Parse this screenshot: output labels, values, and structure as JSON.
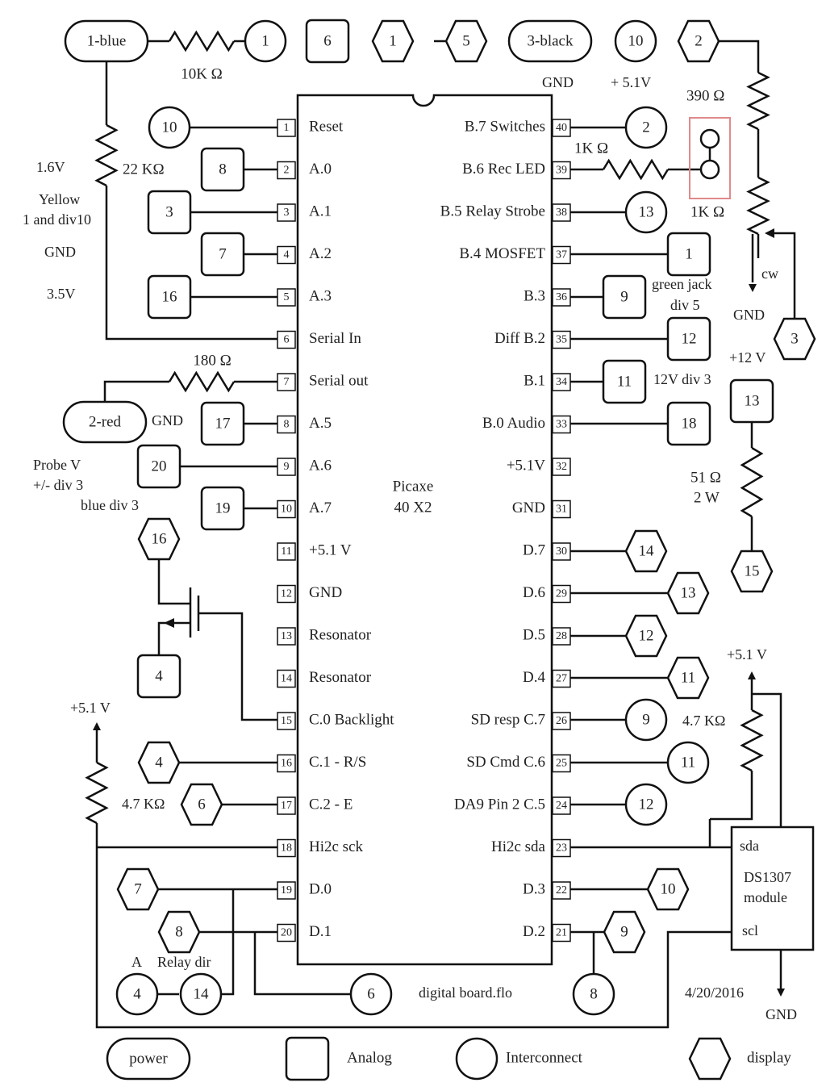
{
  "chip": {
    "name": "Picaxe",
    "model": "40 X2",
    "left_pins": [
      {
        "num": "1",
        "label": "Reset"
      },
      {
        "num": "2",
        "label": "A.0"
      },
      {
        "num": "3",
        "label": "A.1"
      },
      {
        "num": "4",
        "label": "A.2"
      },
      {
        "num": "5",
        "label": "A.3"
      },
      {
        "num": "6",
        "label": "Serial In"
      },
      {
        "num": "7",
        "label": "Serial out"
      },
      {
        "num": "8",
        "label": "A.5"
      },
      {
        "num": "9",
        "label": "A.6"
      },
      {
        "num": "10",
        "label": "A.7"
      },
      {
        "num": "11",
        "label": "+5.1 V"
      },
      {
        "num": "12",
        "label": "GND"
      },
      {
        "num": "13",
        "label": "Resonator"
      },
      {
        "num": "14",
        "label": "Resonator"
      },
      {
        "num": "15",
        "label": "C.0 Backlight"
      },
      {
        "num": "16",
        "label": "C.1 - R/S"
      },
      {
        "num": "17",
        "label": "C.2 - E"
      },
      {
        "num": "18",
        "label": "Hi2c sck"
      },
      {
        "num": "19",
        "label": "D.0"
      },
      {
        "num": "20",
        "label": "D.1"
      }
    ],
    "right_pins": [
      {
        "num": "40",
        "label": "B.7 Switches"
      },
      {
        "num": "39",
        "label": "B.6 Rec LED"
      },
      {
        "num": "38",
        "label": "B.5 Relay Strobe"
      },
      {
        "num": "37",
        "label": "B.4 MOSFET"
      },
      {
        "num": "36",
        "label": "B.3"
      },
      {
        "num": "35",
        "label": "Diff   B.2"
      },
      {
        "num": "34",
        "label": "B.1"
      },
      {
        "num": "33",
        "label": "B.0 Audio"
      },
      {
        "num": "32",
        "label": "+5.1V"
      },
      {
        "num": "31",
        "label": "GND"
      },
      {
        "num": "30",
        "label": "D.7"
      },
      {
        "num": "29",
        "label": "D.6"
      },
      {
        "num": "28",
        "label": "D.5"
      },
      {
        "num": "27",
        "label": "D.4"
      },
      {
        "num": "26",
        "label": "SD resp C.7"
      },
      {
        "num": "25",
        "label": "SD Cmd C.6"
      },
      {
        "num": "24",
        "label": "DA9 Pin 2 C.5"
      },
      {
        "num": "23",
        "label": "Hi2c sda"
      },
      {
        "num": "22",
        "label": "D.3"
      },
      {
        "num": "21",
        "label": "D.2"
      }
    ]
  },
  "top_row": [
    {
      "id": "1-blue",
      "shape": "power"
    },
    {
      "id": "1",
      "shape": "interconnect"
    },
    {
      "id": "6",
      "shape": "analog"
    },
    {
      "id": "1",
      "shape": "display"
    },
    {
      "id": "5",
      "shape": "display"
    },
    {
      "id": "3-black",
      "shape": "power"
    },
    {
      "id": "10",
      "shape": "interconnect"
    },
    {
      "id": "2",
      "shape": "display"
    }
  ],
  "left_nodes": [
    {
      "id": "10",
      "shape": "interconnect"
    },
    {
      "id": "8",
      "shape": "analog"
    },
    {
      "id": "3",
      "shape": "analog"
    },
    {
      "id": "7",
      "shape": "analog"
    },
    {
      "id": "16",
      "shape": "analog"
    },
    {
      "id": "2-red",
      "shape": "power"
    },
    {
      "id": "17",
      "shape": "analog"
    },
    {
      "id": "20",
      "shape": "analog"
    },
    {
      "id": "19",
      "shape": "analog"
    },
    {
      "id": "16",
      "shape": "display"
    },
    {
      "id": "4",
      "shape": "analog"
    },
    {
      "id": "4",
      "shape": "display"
    },
    {
      "id": "6",
      "shape": "display"
    },
    {
      "id": "7",
      "shape": "display"
    },
    {
      "id": "8",
      "shape": "display"
    },
    {
      "id": "4",
      "shape": "interconnect"
    },
    {
      "id": "14",
      "shape": "interconnect"
    },
    {
      "id": "6",
      "shape": "interconnect"
    }
  ],
  "right_nodes": [
    {
      "id": "2",
      "shape": "interconnect"
    },
    {
      "id": "13",
      "shape": "interconnect"
    },
    {
      "id": "1",
      "shape": "analog"
    },
    {
      "id": "9",
      "shape": "analog"
    },
    {
      "id": "12",
      "shape": "analog"
    },
    {
      "id": "11",
      "shape": "analog"
    },
    {
      "id": "18",
      "shape": "analog"
    },
    {
      "id": "14",
      "shape": "display"
    },
    {
      "id": "13",
      "shape": "display"
    },
    {
      "id": "12",
      "shape": "display"
    },
    {
      "id": "11",
      "shape": "display"
    },
    {
      "id": "9",
      "shape": "interconnect"
    },
    {
      "id": "11",
      "shape": "interconnect"
    },
    {
      "id": "12",
      "shape": "interconnect"
    },
    {
      "id": "10",
      "shape": "display"
    },
    {
      "id": "9",
      "shape": "display"
    },
    {
      "id": "8",
      "shape": "interconnect"
    },
    {
      "id": "3",
      "shape": "display"
    },
    {
      "id": "13",
      "shape": "analog"
    },
    {
      "id": "15",
      "shape": "display"
    }
  ],
  "labels": {
    "r_10k": "10K Ω",
    "r_22k": "22 KΩ",
    "r_180": "180 Ω",
    "r_390": "390 Ω",
    "r_1k_led": "1K Ω",
    "r_1k_pot": "1K Ω",
    "r_51": "51 Ω",
    "r_51_watt": "2 W",
    "r_47k_left": "4.7 KΩ",
    "r_47k_right": "4.7 KΩ",
    "gnd_top": "GND",
    "v51_top": "+ 5.1V",
    "v16": "1.6V",
    "yellow": "Yellow",
    "yellow_sub": "1 and div10",
    "gnd_left": "GND",
    "v35": "3.5V",
    "gnd_red": "GND",
    "probe": "Probe V",
    "probe_sub": "+/- div 3",
    "probe_blue": "blue div 3",
    "cw": "cw",
    "gnd_pot": "GND",
    "green_jack": "green jack",
    "green_jack_sub": "div 5",
    "v12": "+12 V",
    "v12_div": "12V div 3",
    "v51_right": "+5.1 V",
    "v51_left": "+5.1 V",
    "rtc_sda": "sda",
    "rtc_name": "DS1307",
    "rtc_sub": "module",
    "rtc_scl": "scl",
    "relay_a": "A",
    "relay_dir": "Relay dir",
    "filename": "digital board.flo",
    "date": "4/20/2016",
    "gnd_bottom": "GND"
  },
  "legend": {
    "power": "power",
    "analog": "Analog",
    "interconnect": "Interconnect",
    "display": "display"
  },
  "colors": {
    "line": "#111111",
    "highlight": "#e08a8a"
  }
}
